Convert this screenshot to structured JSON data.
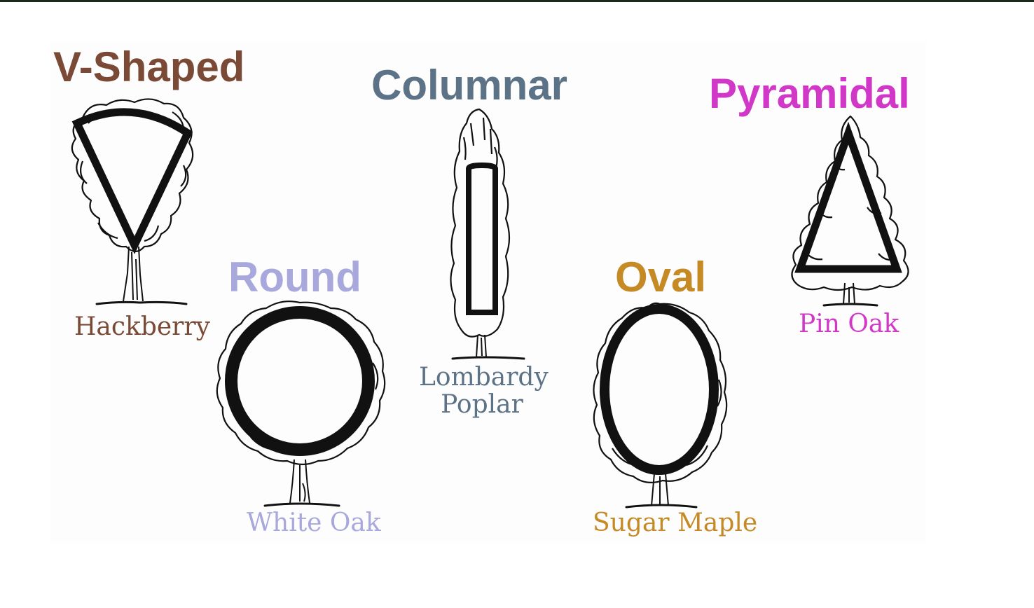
{
  "colors": {
    "v_shaped": "#7a4a36",
    "columnar": "#5c7286",
    "pyramidal": "#d238c8",
    "round": "#a8a8dc",
    "oval": "#c68a25",
    "outline": "#111111"
  },
  "shapes": [
    {
      "heading": "V-Shaped",
      "example": "Hackberry",
      "icon": "v-shaped-tree-icon"
    },
    {
      "heading": "Columnar",
      "example": "Lombardy Poplar",
      "example_line1": "Lombardy",
      "example_line2": "Poplar",
      "icon": "columnar-tree-icon"
    },
    {
      "heading": "Pyramidal",
      "example": "Pin Oak",
      "icon": "pyramidal-tree-icon"
    },
    {
      "heading": "Round",
      "example": "White Oak",
      "icon": "round-tree-icon"
    },
    {
      "heading": "Oval",
      "example": "Sugar Maple",
      "icon": "oval-tree-icon"
    }
  ]
}
